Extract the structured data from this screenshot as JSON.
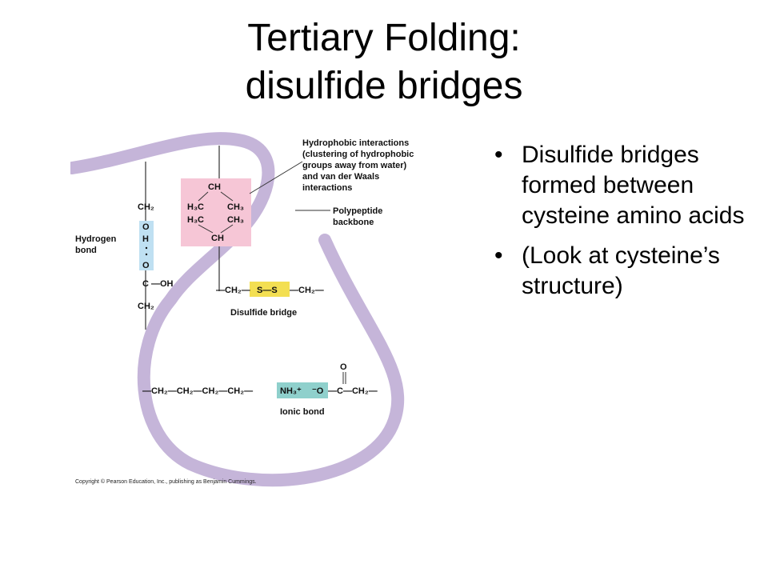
{
  "slide": {
    "title_line1": "Tertiary Folding:",
    "title_line2": "disulfide bridges",
    "bullets": [
      "Disulfide bridges formed between cysteine amino acids",
      "(Look at cysteine’s structure)"
    ],
    "bullet_symbol": "•"
  },
  "diagram": {
    "hydrophobic_label_1": "Hydrophobic interactions",
    "hydrophobic_label_2": "(clustering of hydrophobic",
    "hydrophobic_label_3": "groups away from water)",
    "hydrophobic_label_4": "and van der Waals",
    "hydrophobic_label_5": "interactions",
    "backbone_label_1": "Polypeptide",
    "backbone_label_2": "backbone",
    "hydrogen_label_1": "Hydrogen",
    "hydrogen_label_2": "bond",
    "disulfide_label": "Disulfide bridge",
    "ionic_label": "Ionic bond",
    "copyright": "Copyright © Pearson Education, Inc., publishing as Benjamin Cummings.",
    "colors": {
      "backbone": "#c5b5d9",
      "hydrophobic_box": "#f6c6d6",
      "hydrogen_box": "#bfe0f2",
      "disulfide_box": "#f3df52",
      "ionic_box": "#8fd0cc"
    },
    "formula": {
      "ch": "CH",
      "h3c": "H₃C",
      "ch3": "CH₃",
      "ch2": "CH₂",
      "o": "O",
      "h": "H",
      "c": "C",
      "oh": "—OH",
      "s_s": "S—S",
      "nh3": "NH₃⁺",
      "o_minus": "⁻O",
      "dash": "—",
      "ionic_chain_left": "—CH₂—CH₂—CH₂—CH₂—",
      "ionic_c": "—C—CH₂—",
      "disulfide_left": "—CH₂—",
      "disulfide_right": "—CH₂—"
    }
  }
}
